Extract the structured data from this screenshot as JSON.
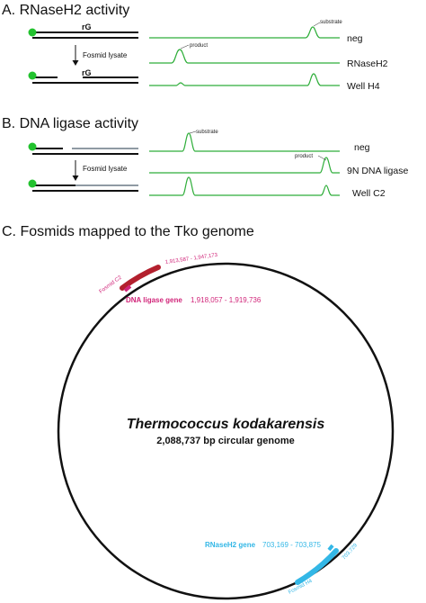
{
  "section_a": {
    "title": "A. RNaseH2 activity",
    "rg_top": "rG",
    "rg_bottom": "rG",
    "arrow_label": "Fosmid lysate",
    "peak_substrate": "substrate",
    "peak_product": "product",
    "traces": [
      "neg",
      "RNaseH2",
      "Well H4"
    ]
  },
  "section_b": {
    "title": "B. DNA ligase activity",
    "arrow_label": "Fosmid lysate",
    "peak_substrate": "substrate",
    "peak_product": "product",
    "traces": [
      "neg",
      "9N DNA ligase",
      "Well C2"
    ]
  },
  "section_c": {
    "title": "C. Fosmids mapped to the Tko genome",
    "organism": "Thermococcus kodakarensis",
    "genome_size": "2,088,737 bp circular genome",
    "ligase_fosmid_coords": "1,913,587 - 1,947,173",
    "ligase_fosmid_name": "Fosmid C2",
    "ligase_gene_label": "DNA ligase gene",
    "ligase_gene_coords": "1,918,057 - 1,919,736",
    "rnaseh2_gene_label": "RNaseH2 gene",
    "rnaseh2_gene_coords": "703,169 - 703,875",
    "rnaseh2_fosmid_coords": "703,729",
    "rnaseh2_fosmid_name": "Fosmid H4"
  },
  "colors": {
    "trace": "#2fae3a",
    "label_dot": "#22c22e",
    "ligase_fosmid": "#b3202e",
    "ligase_gene": "#d1267a",
    "rnaseh2_fosmid": "#33b7e6",
    "upstream_strand": "#8f9aa3"
  }
}
